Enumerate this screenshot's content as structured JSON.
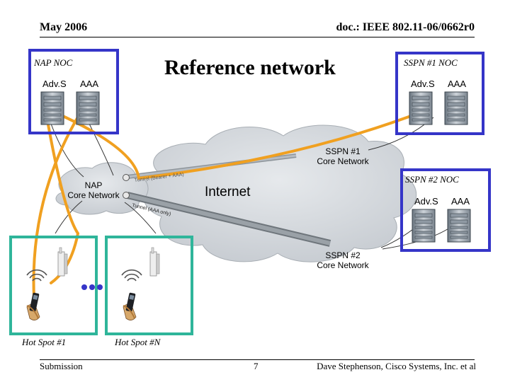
{
  "header": {
    "date": "May 2006",
    "doc": "doc.: IEEE 802.11-06/0662r0"
  },
  "title": "Reference network",
  "nap_noc": {
    "label": "NAP NOC",
    "server1": "Adv.S",
    "server2": "AAA"
  },
  "sspn1_noc": {
    "label": "SSPN #1 NOC",
    "server1": "Adv.S",
    "server2": "AAA"
  },
  "sspn2_noc": {
    "label": "SSPN #2 NOC",
    "server1": "Adv.S",
    "server2": "AAA"
  },
  "clouds": {
    "internet": "Internet",
    "sspn1": [
      "SSPN #1",
      "Core Network"
    ],
    "sspn2": [
      "SSPN #2",
      "Core Network"
    ],
    "nap": [
      "NAP",
      "Core Network"
    ]
  },
  "tunnels": {
    "tunnel1": "Tunnel (Bearer + AAA)",
    "tunnel2": "Tunnel (AAA only)"
  },
  "hotspots": {
    "hs1": "Hot Spot #1",
    "hsn": "Hot Spot #N"
  },
  "footer": {
    "left": "Submission",
    "page": "7",
    "right": "Dave Stephenson, Cisco Systems, Inc. et al"
  },
  "colors": {
    "box_border": "#3535c8",
    "hotspot_border": "#2fb59a",
    "path": "#f0a020",
    "cloud": "#d4d8dc"
  }
}
